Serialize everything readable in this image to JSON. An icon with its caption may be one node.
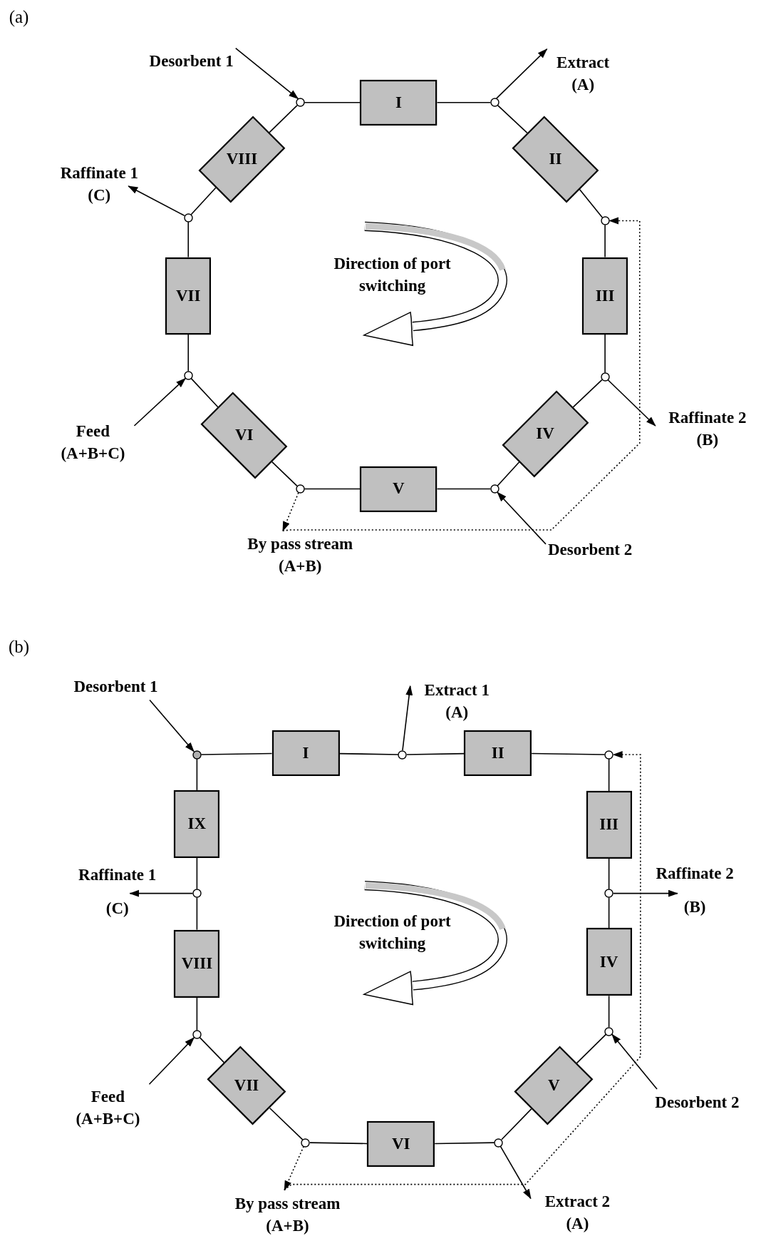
{
  "diagram": {
    "nodes": [
      {
        "text": [],
        "shape": "circle"
      },
      {
        "text": [
          "I"
        ]
      },
      {
        "text": [],
        "shape": "circle"
      },
      {
        "text": [
          "VIII"
        ]
      },
      {
        "text": [
          "II"
        ]
      },
      {
        "text": [],
        "shape": "circle"
      },
      {
        "text": [],
        "shape": "circle"
      },
      {
        "text": [
          "VII"
        ]
      },
      {
        "text": [
          "III"
        ]
      },
      {
        "text": [],
        "shape": "circle"
      },
      {
        "text": [],
        "shape": "circle"
      },
      {
        "text": [
          "VI"
        ]
      },
      {
        "text": [
          "IV"
        ]
      },
      {
        "text": [],
        "shape": "circle"
      },
      {
        "text": [
          "V"
        ]
      },
      {
        "text": [],
        "shape": "circle"
      },
      {
        "text": [],
        "shape": "circle"
      },
      {
        "text": [
          "I"
        ]
      },
      {
        "text": [],
        "shape": "circle"
      },
      {
        "text": [
          "II"
        ]
      },
      {
        "text": [],
        "shape": "circle"
      },
      {
        "text": [
          "IX"
        ]
      },
      {
        "text": [
          "III"
        ]
      },
      {
        "text": [],
        "shape": "circle"
      },
      {
        "text": [],
        "shape": "circle"
      },
      {
        "text": [
          "VIII"
        ]
      },
      {
        "text": [
          "IV"
        ]
      },
      {
        "text": [],
        "shape": "circle"
      },
      {
        "text": [],
        "shape": "circle"
      },
      {
        "text": [
          "VII"
        ]
      },
      {
        "text": [
          "V"
        ]
      },
      {
        "text": [],
        "shape": "circle"
      },
      {
        "text": [
          "VI"
        ]
      },
      {
        "text": [],
        "shape": "circle"
      },
      {
        "text": [
          "Desorbent 1"
        ]
      },
      {
        "text": [
          "Extract (A)"
        ]
      },
      {
        "text": [
          "Raffinate 1 (C)"
        ]
      },
      {
        "text": [
          "Feed (A+B+C)"
        ]
      },
      {
        "text": [
          "Raffinate 2 (B)"
        ]
      },
      {
        "text": [
          "By pass stream (A+B)"
        ]
      },
      {
        "text": [
          "Desorbent 2"
        ]
      },
      {
        "text": [
          "Desorbent 1"
        ]
      },
      {
        "text": [
          "Extract 1 (A)"
        ]
      },
      {
        "text": [
          "Raffinate 1",
          "(C)"
        ]
      },
      {
        "text": [
          "Raffinate 2",
          "(B)"
        ]
      },
      {
        "text": [
          "Feed (A+B+C)"
        ]
      },
      {
        "text": [
          "Desorbent 2"
        ]
      },
      {
        "text": [
          "By pass stream (A+B)"
        ]
      },
      {
        "text": [
          "Extract 2 (A)"
        ]
      }
    ],
    "edges": [
      {
        "from": 0,
        "to": 1,
        "arrow": "none"
      },
      {
        "from": 1,
        "to": 2,
        "arrow": "none"
      },
      {
        "from": 2,
        "to": 4,
        "arrow": "none"
      },
      {
        "from": 4,
        "to": 6,
        "arrow": "none"
      },
      {
        "from": 6,
        "to": 8,
        "arrow": "none"
      },
      {
        "from": 8,
        "to": 10,
        "arrow": "none"
      },
      {
        "from": 10,
        "to": 12,
        "arrow": "none"
      },
      {
        "from": 12,
        "to": 15,
        "arrow": "none"
      },
      {
        "from": 15,
        "to": 14,
        "arrow": "none"
      },
      {
        "from": 14,
        "to": 13,
        "arrow": "none"
      },
      {
        "from": 13,
        "to": 11,
        "arrow": "none"
      },
      {
        "from": 11,
        "to": 9,
        "arrow": "none"
      },
      {
        "from": 9,
        "to": 7,
        "arrow": "none"
      },
      {
        "from": 7,
        "to": 5,
        "arrow": "none"
      },
      {
        "from": 5,
        "to": 3,
        "arrow": "none"
      },
      {
        "from": 3,
        "to": 0,
        "arrow": "none"
      },
      {
        "from": 34,
        "to": 0,
        "arrow": "to"
      },
      {
        "from": 2,
        "to": 35,
        "arrow": "to"
      },
      {
        "from": 5,
        "to": 36,
        "arrow": "to"
      },
      {
        "from": 37,
        "to": 9,
        "arrow": "to"
      },
      {
        "from": 10,
        "to": 38,
        "arrow": "to"
      },
      {
        "from": 40,
        "to": 15,
        "arrow": "to"
      },
      {
        "from": 13,
        "to": 39,
        "arrow": "to",
        "style": "dashed"
      },
      {
        "from": 39,
        "to": 6,
        "arrow": "to",
        "style": "dashed"
      },
      {
        "from": 16,
        "to": 17,
        "arrow": "none"
      },
      {
        "from": 17,
        "to": 18,
        "arrow": "none"
      },
      {
        "from": 18,
        "to": 19,
        "arrow": "none"
      },
      {
        "from": 19,
        "to": 20,
        "arrow": "none"
      },
      {
        "from": 20,
        "to": 22,
        "arrow": "none"
      },
      {
        "from": 22,
        "to": 24,
        "arrow": "none"
      },
      {
        "from": 24,
        "to": 26,
        "arrow": "none"
      },
      {
        "from": 26,
        "to": 28,
        "arrow": "none"
      },
      {
        "from": 28,
        "to": 30,
        "arrow": "none"
      },
      {
        "from": 30,
        "to": 33,
        "arrow": "none"
      },
      {
        "from": 33,
        "to": 32,
        "arrow": "none"
      },
      {
        "from": 32,
        "to": 31,
        "arrow": "none"
      },
      {
        "from": 31,
        "to": 29,
        "arrow": "none"
      },
      {
        "from": 29,
        "to": 27,
        "arrow": "none"
      },
      {
        "from": 27,
        "to": 25,
        "arrow": "none"
      },
      {
        "from": 25,
        "to": 23,
        "arrow": "none"
      },
      {
        "from": 23,
        "to": 21,
        "arrow": "none"
      },
      {
        "from": 21,
        "to": 16,
        "arrow": "none"
      },
      {
        "from": 41,
        "to": 16,
        "arrow": "to"
      },
      {
        "from": 18,
        "to": 42,
        "arrow": "to"
      },
      {
        "from": 23,
        "to": 43,
        "arrow": "to"
      },
      {
        "from": 24,
        "to": 44,
        "arrow": "to"
      },
      {
        "from": 45,
        "to": 27,
        "arrow": "to"
      },
      {
        "from": 46,
        "to": 28,
        "arrow": "to"
      },
      {
        "from": 33,
        "to": 48,
        "arrow": "to"
      },
      {
        "from": 31,
        "to": 47,
        "arrow": "to",
        "style": "dashed"
      },
      {
        "from": 47,
        "to": 20,
        "arrow": "to",
        "style": "dashed"
      }
    ],
    "labels": [
      "(a)",
      "Direction of port switching",
      "(b)",
      "Direction of port switching"
    ]
  }
}
